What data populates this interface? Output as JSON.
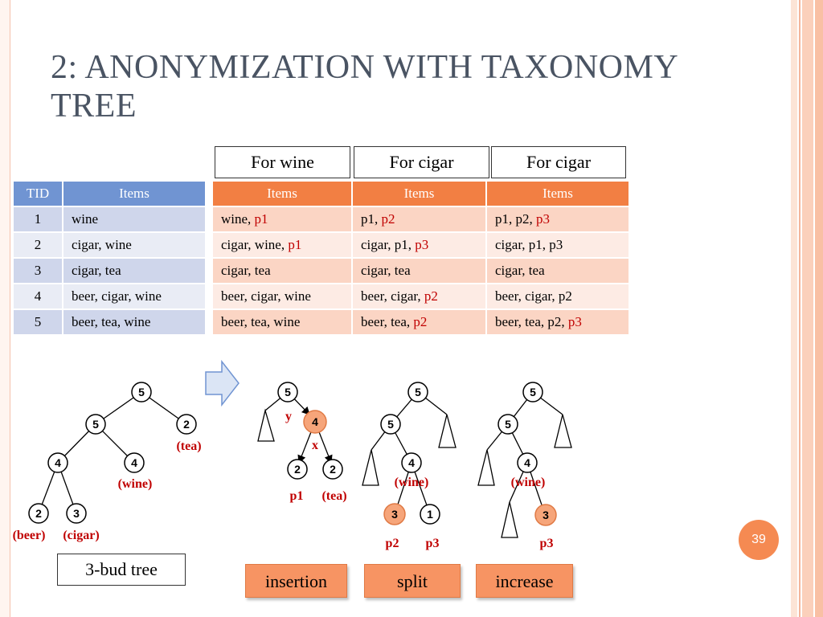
{
  "slide": {
    "title": "2: ANONYMIZATION WITH TAXONOMY TREE",
    "page_number": "39"
  },
  "section_headers": [
    "For wine",
    "For cigar",
    "For cigar"
  ],
  "original_table": {
    "headers": [
      "TID",
      "Items"
    ],
    "rows": [
      [
        "1",
        "wine"
      ],
      [
        "2",
        "cigar, wine"
      ],
      [
        "3",
        "cigar, tea"
      ],
      [
        "4",
        "beer, cigar, wine"
      ],
      [
        "5",
        "beer, tea, wine"
      ]
    ]
  },
  "anon_tables": [
    {
      "header": "Items",
      "rows": [
        {
          "base": "wine, ",
          "added": "p1"
        },
        {
          "base": "cigar, wine, ",
          "added": "p1"
        },
        {
          "base": "cigar, tea",
          "added": ""
        },
        {
          "base": "beer, cigar, wine",
          "added": ""
        },
        {
          "base": "beer, tea, wine",
          "added": ""
        }
      ]
    },
    {
      "header": "Items",
      "rows": [
        {
          "base": "p1, ",
          "added": "p2"
        },
        {
          "base": "cigar, p1, ",
          "added": "p3"
        },
        {
          "base": "cigar, tea",
          "added": ""
        },
        {
          "base": "beer, cigar, ",
          "added": "p2"
        },
        {
          "base": "beer, tea, ",
          "added": "p2"
        }
      ]
    },
    {
      "header": "Items",
      "rows": [
        {
          "base": "p1, p2, ",
          "added": "p3"
        },
        {
          "base": "cigar, p1, p3",
          "added": ""
        },
        {
          "base": "cigar, tea",
          "added": ""
        },
        {
          "base": "beer, cigar, p2",
          "added": ""
        },
        {
          "base": "beer, tea, p2, ",
          "added": "p3"
        }
      ]
    }
  ],
  "trees": {
    "bud_tree": {
      "nodes": {
        "root": "5",
        "left": "5",
        "right": "2",
        "ll": "4",
        "lr": "4",
        "lll": "2",
        "llr": "3"
      },
      "labels": {
        "tea": "(tea)",
        "wine": "(wine)",
        "beer": "(beer)",
        "cigar": "(cigar)"
      }
    },
    "insertion": {
      "nodes": {
        "root": "5",
        "new": "4",
        "a": "2",
        "b": "2"
      },
      "labels": {
        "y": "y",
        "x": "x",
        "p1": "p1",
        "tea": "(tea)"
      }
    },
    "split": {
      "nodes": {
        "root": "5",
        "left": "5",
        "mid": "4",
        "a": "3",
        "b": "1"
      },
      "labels": {
        "wine": "(wine)",
        "p2": "p2",
        "p3": "p3"
      }
    },
    "increase": {
      "nodes": {
        "root": "5",
        "left": "5",
        "mid": "4",
        "a": "3"
      },
      "labels": {
        "wine": "(wine)",
        "p3": "p3"
      }
    }
  },
  "bud_tree_label": "3-bud tree",
  "operations": [
    "insertion",
    "split",
    "increase"
  ],
  "colors": {
    "title": "#4a5463",
    "blue_header": "#7094d2",
    "orange_header": "#f27f43",
    "highlight": "#c00000",
    "accent": "#f58a52"
  }
}
